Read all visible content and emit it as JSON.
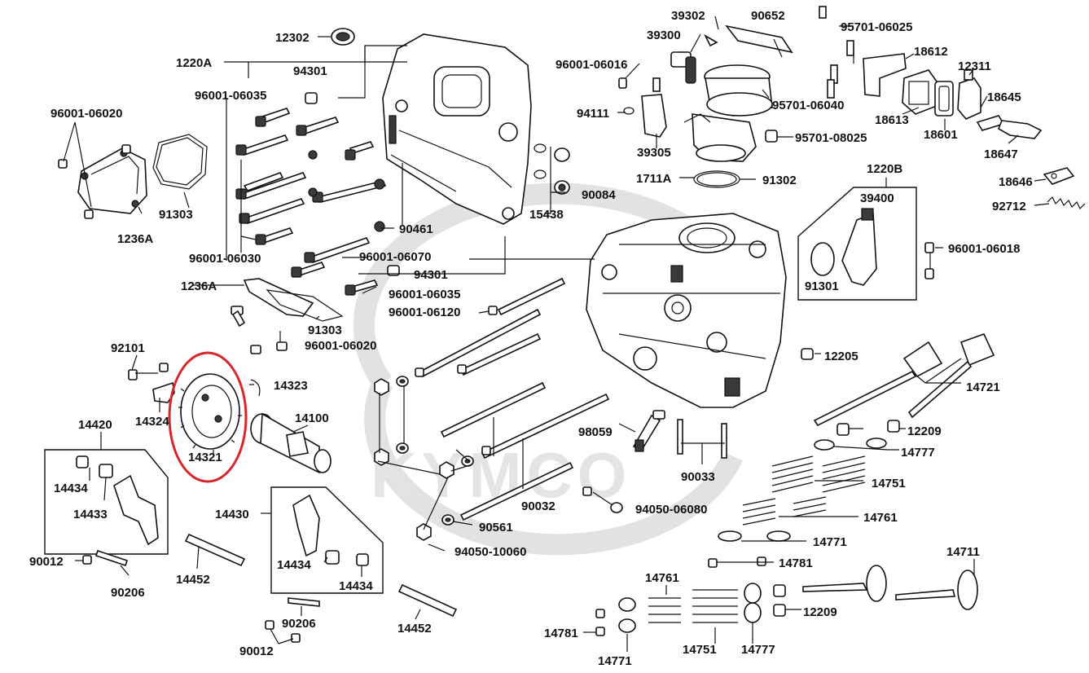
{
  "watermark": "KYMCO",
  "highlight_color": "#d9262b",
  "labels": {
    "l12302": "12302",
    "l1220A": "1220A",
    "l94301a": "94301",
    "l96001_06035a": "96001-06035",
    "l96001_06020a": "96001-06020",
    "l91303a": "91303",
    "l1236Aa": "1236A",
    "l96001_06030": "96001-06030",
    "l1236Ab": "1236A",
    "l91303b": "91303",
    "l96001_06020b": "96001-06020",
    "l96001_06070": "96001-06070",
    "l94301b": "94301",
    "l96001_06035b": "96001-06035",
    "l96001_06120": "96001-06120",
    "l90461": "90461",
    "l15438": "15438",
    "l90084": "90084",
    "l39302": "39302",
    "l90652": "90652",
    "l39300": "39300",
    "l96001_06016": "96001-06016",
    "l94111": "94111",
    "l39305": "39305",
    "l95701_06040": "95701-06040",
    "l95701_08025": "95701-08025",
    "l1711A": "1711A",
    "l91302": "91302",
    "l95701_06025": "95701-06025",
    "l18612": "18612",
    "l12311": "12311",
    "l18645": "18645",
    "l18613": "18613",
    "l18601": "18601",
    "l18647": "18647",
    "l18646": "18646",
    "l92712": "92712",
    "l1220B": "1220B",
    "l39400": "39400",
    "l91301": "91301",
    "l96001_06018": "96001-06018",
    "l92101": "92101",
    "l14323": "14323",
    "l14324": "14324",
    "l14321": "14321",
    "l14100": "14100",
    "l14420": "14420",
    "l14434a": "14434",
    "l14433": "14433",
    "l90012a": "90012",
    "l90206a": "90206",
    "l14452a": "14452",
    "l14430": "14430",
    "l14434b": "14434",
    "l14434c": "14434",
    "l90206b": "90206",
    "l90012b": "90012",
    "l14452b": "14452",
    "l12205": "12205",
    "l14721": "14721",
    "l98059": "98059",
    "l12209a": "12209",
    "l14777a": "14777",
    "l90033": "90033",
    "l14751a": "14751",
    "l90032": "90032",
    "l94050_06080": "94050-06080",
    "l14761a": "14761",
    "l90561": "90561",
    "l94050_10060": "94050-10060",
    "l14771a": "14771",
    "l14781a": "14781",
    "l14711": "14711",
    "l14761b": "14761",
    "l12209b": "12209",
    "l14781b": "14781",
    "l14771b": "14771",
    "l14751b": "14751",
    "l14777b": "14777"
  }
}
